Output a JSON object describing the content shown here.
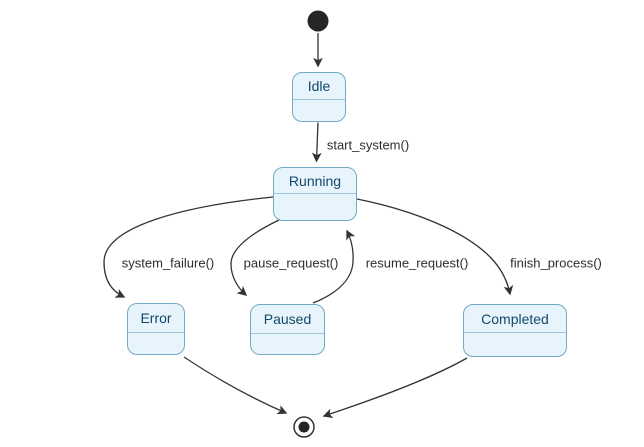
{
  "diagram": {
    "type": "uml-state-diagram",
    "background": "#ffffff",
    "colors": {
      "background": "#ffffff",
      "state_fill": "#e8f4fb",
      "state_border": "#74a9c4",
      "state_divider": "#9dc9dd",
      "state_title": "#11486b",
      "edge": "#333333",
      "label": "#2e2e2e",
      "terminal": "#262626"
    },
    "pseudostates": [
      {
        "id": "initial",
        "kind": "initial-state"
      },
      {
        "id": "final",
        "kind": "final-state"
      }
    ],
    "states": [
      {
        "id": "idle",
        "label": "Idle"
      },
      {
        "id": "running",
        "label": "Running"
      },
      {
        "id": "error",
        "label": "Error"
      },
      {
        "id": "paused",
        "label": "Paused"
      },
      {
        "id": "completed",
        "label": "Completed"
      }
    ],
    "transitions": [
      {
        "from": "initial",
        "to": "idle",
        "label": ""
      },
      {
        "from": "idle",
        "to": "running",
        "label": "start_system()"
      },
      {
        "from": "running",
        "to": "error",
        "label": "system_failure()"
      },
      {
        "from": "running",
        "to": "paused",
        "label": "pause_request()"
      },
      {
        "from": "paused",
        "to": "running",
        "label": "resume_request()"
      },
      {
        "from": "running",
        "to": "completed",
        "label": "finish_process()"
      },
      {
        "from": "error",
        "to": "final",
        "label": ""
      },
      {
        "from": "completed",
        "to": "final",
        "label": ""
      }
    ]
  }
}
